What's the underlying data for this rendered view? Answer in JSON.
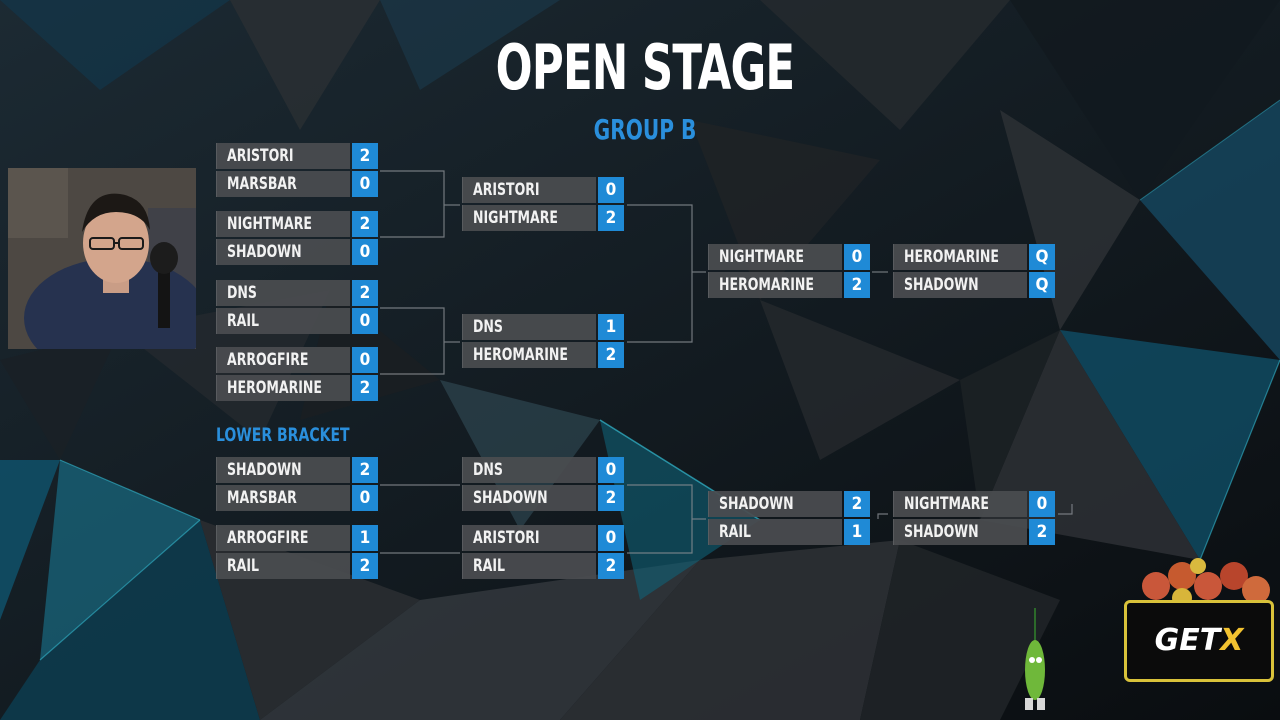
{
  "header": {
    "title": "OPEN STAGE",
    "subtitle": "GROUP B"
  },
  "lower_bracket_label": "LOWER BRACKET",
  "upper_bracket": {
    "round1": [
      {
        "teams": [
          {
            "name": "ARISTORI",
            "score": "2"
          },
          {
            "name": "MARSBAR",
            "score": "0"
          }
        ]
      },
      {
        "teams": [
          {
            "name": "NIGHTMARE",
            "score": "2"
          },
          {
            "name": "SHADOWN",
            "score": "0"
          }
        ]
      },
      {
        "teams": [
          {
            "name": "DNS",
            "score": "2"
          },
          {
            "name": "RAIL",
            "score": "0"
          }
        ]
      },
      {
        "teams": [
          {
            "name": "ARROGFIRE",
            "score": "0"
          },
          {
            "name": "HEROMARINE",
            "score": "2"
          }
        ]
      }
    ],
    "round2": [
      {
        "teams": [
          {
            "name": "ARISTORI",
            "score": "0"
          },
          {
            "name": "NIGHTMARE",
            "score": "2"
          }
        ]
      },
      {
        "teams": [
          {
            "name": "DNS",
            "score": "1"
          },
          {
            "name": "HEROMARINE",
            "score": "2"
          }
        ]
      }
    ],
    "round3": [
      {
        "teams": [
          {
            "name": "NIGHTMARE",
            "score": "0"
          },
          {
            "name": "HEROMARINE",
            "score": "2"
          }
        ]
      }
    ],
    "qualified": [
      {
        "teams": [
          {
            "name": "HEROMARINE",
            "score": "Q"
          },
          {
            "name": "SHADOWN",
            "score": "Q"
          }
        ]
      }
    ]
  },
  "lower_bracket": {
    "round1": [
      {
        "teams": [
          {
            "name": "SHADOWN",
            "score": "2"
          },
          {
            "name": "MARSBAR",
            "score": "0"
          }
        ]
      },
      {
        "teams": [
          {
            "name": "ARROGFIRE",
            "score": "1"
          },
          {
            "name": "RAIL",
            "score": "2"
          }
        ]
      }
    ],
    "round2": [
      {
        "teams": [
          {
            "name": "DNS",
            "score": "0"
          },
          {
            "name": "SHADOWN",
            "score": "2"
          }
        ]
      },
      {
        "teams": [
          {
            "name": "ARISTORI",
            "score": "0"
          },
          {
            "name": "RAIL",
            "score": "2"
          }
        ]
      }
    ],
    "round3": [
      {
        "teams": [
          {
            "name": "SHADOWN",
            "score": "2"
          },
          {
            "name": "RAIL",
            "score": "1"
          }
        ]
      }
    ],
    "final": [
      {
        "teams": [
          {
            "name": "NIGHTMARE",
            "score": "0"
          },
          {
            "name": "SHADOWN",
            "score": "2"
          }
        ]
      }
    ]
  },
  "sponsor": {
    "name_part1": "GET",
    "name_part2": "X"
  },
  "colors": {
    "accent": "#1f8ad6",
    "subtitle": "#2a8fdc",
    "team_bg": "#4a4c50",
    "sponsor_border": "#d9c23a",
    "sponsor_x": "#f2c230",
    "background": "#0d1114"
  },
  "icons": {
    "webcam": "streamer-webcam",
    "mascot": "sponsor-mascot-icon"
  }
}
